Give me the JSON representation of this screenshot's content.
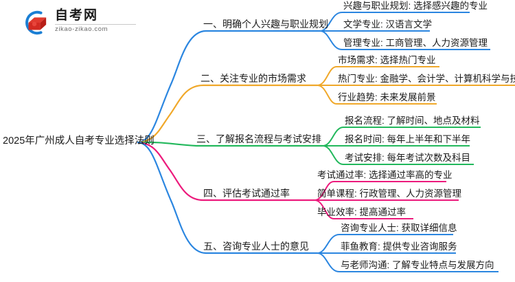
{
  "logo": {
    "name_cn": "自考网",
    "name_en": "zikao-zikao.com",
    "mark_icon": "graduation-cap-icon",
    "arc_color": "#1b7fd4",
    "cap_color": "#e03a2f"
  },
  "mindmap": {
    "type": "mindmap",
    "root": {
      "label": "2025年广州成人自考专业选择法则"
    },
    "branches": [
      {
        "index": 1,
        "label": "一、明确个人兴趣与职业规划",
        "color": "#2b86e0",
        "children": [
          {
            "label": "兴趣与职业规划: 选择感兴趣的专业"
          },
          {
            "label": "文学专业: 汉语言文学"
          },
          {
            "label": "管理专业: 工商管理、人力资源管理"
          }
        ]
      },
      {
        "index": 2,
        "label": "二、关注专业的市场需求",
        "color": "#f0a82a",
        "children": [
          {
            "label": "市场需求: 选择热门专业"
          },
          {
            "label": "热门专业: 金融学、会计学、计算机科学与技术"
          },
          {
            "label": "行业趋势: 未来发展前景"
          }
        ]
      },
      {
        "index": 3,
        "label": "三、了解报名流程与考试安排",
        "color": "#22b85c",
        "children": [
          {
            "label": "报名流程: 了解时间、地点及材料"
          },
          {
            "label": "报名时间: 每年上半年和下半年"
          },
          {
            "label": "考试安排: 每年考试次数及科目"
          }
        ]
      },
      {
        "index": 4,
        "label": "四、评估考试通过率",
        "color": "#ec1a7c",
        "children": [
          {
            "label": "考试通过率: 选择通过率高的专业"
          },
          {
            "label": "简单课程: 行政管理、人力资源管理"
          },
          {
            "label": "毕业效率: 提高通过率"
          }
        ]
      },
      {
        "index": 5,
        "label": "五、咨询专业人士的意见",
        "color": "#2b86e0",
        "children": [
          {
            "label": "咨询专业人士: 获取详细信息"
          },
          {
            "label": "菲鱼教育: 提供专业咨询服务"
          },
          {
            "label": "与老师沟通: 了解专业特点与发展方向"
          }
        ]
      }
    ]
  }
}
